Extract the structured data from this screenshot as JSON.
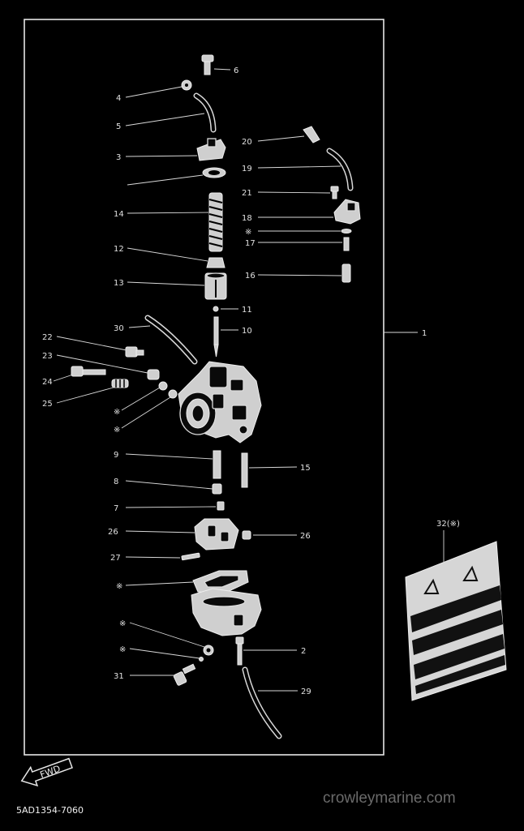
{
  "callouts": {
    "c1": "1",
    "c2": "2",
    "c3": "3",
    "c4": "4",
    "c5": "5",
    "c6": "6",
    "c7": "7",
    "c8": "8",
    "c9": "9",
    "c10": "10",
    "c11": "11",
    "c12": "12",
    "c13": "13",
    "c14": "14",
    "c15": "15",
    "c16": "16",
    "c17": "17",
    "c18": "18",
    "c19": "19",
    "c20": "20",
    "c21": "21",
    "c22": "22",
    "c23": "23",
    "c24": "24",
    "c25": "25",
    "c26a": "26",
    "c26b": "26",
    "c27": "27",
    "c29": "29",
    "c30": "30",
    "c31": "31",
    "c32": "32(※)",
    "star": "※"
  },
  "fwd_label": "FWD",
  "diagram_code": "5AD1354-7060",
  "watermark": "crowleymarine.com"
}
